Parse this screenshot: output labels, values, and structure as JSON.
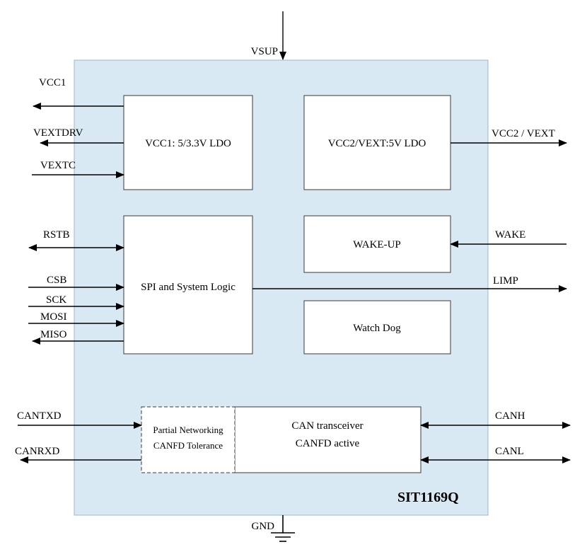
{
  "chip": {
    "part_number": "SIT1169Q"
  },
  "blocks": {
    "vcc1_ldo": {
      "label": "VCC1: 5/3.3V LDO"
    },
    "vcc2_ldo": {
      "label": "VCC2/VEXT:5V LDO"
    },
    "spi_logic": {
      "label": "SPI and System Logic"
    },
    "wake_up": {
      "label": "WAKE-UP"
    },
    "watch_dog": {
      "label": "Watch Dog"
    },
    "partial_networking": {
      "line1": "Partial Networking",
      "line2": "CANFD Tolerance"
    },
    "can_transceiver": {
      "line1": "CAN transceiver",
      "line2": "CANFD active"
    }
  },
  "pins": {
    "vsup": "VSUP",
    "gnd": "GND",
    "vcc1": "VCC1",
    "vextdrv": "VEXTDRV",
    "vextc": "VEXTC",
    "rstb": "RSTB",
    "csb": "CSB",
    "sck": "SCK",
    "mosi": "MOSI",
    "miso": "MISO",
    "cantxd": "CANTXD",
    "canrxd": "CANRXD",
    "vcc2_vext": "VCC2 / VEXT",
    "wake": "WAKE",
    "limp": "LIMP",
    "canh": "CANH",
    "canl": "CANL"
  },
  "colors": {
    "chip_fill": "#d8e9f3",
    "chip_border": "#9db8c6",
    "block_fill": "#ffffff",
    "block_border": "#3a3a3a",
    "wire": "#000000",
    "text": "#000000",
    "background": "#ffffff"
  }
}
